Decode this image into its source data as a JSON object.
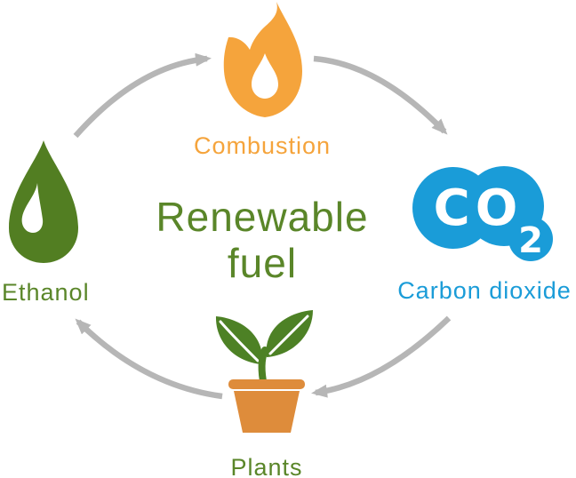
{
  "title": {
    "line1": "Renewable",
    "line2": "fuel"
  },
  "nodes": {
    "combustion": {
      "label": "Combustion"
    },
    "carbon_dioxide": {
      "label": "Carbon dioxide",
      "icon_main": "CO",
      "icon_sub": "2"
    },
    "plants": {
      "label": "Plants"
    },
    "ethanol": {
      "label": "Ethanol"
    }
  },
  "arrows": [
    {
      "from": "ethanol",
      "to": "combustion"
    },
    {
      "from": "combustion",
      "to": "carbon_dioxide"
    },
    {
      "from": "carbon_dioxide",
      "to": "plants"
    },
    {
      "from": "plants",
      "to": "ethanol"
    }
  ],
  "colors": {
    "flame_orange": "#F5A43C",
    "pot_orange": "#DE8C3B",
    "icon_green": "#527E22",
    "leaf_green": "#4D8125",
    "text_green": "#5A8629",
    "co2_blue": "#1A9CD8",
    "arrow_gray": "#B6B6B6"
  }
}
